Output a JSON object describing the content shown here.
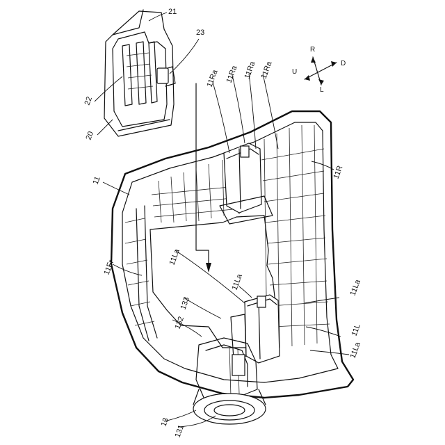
{
  "labels": {
    "l21": "21",
    "l23": "23",
    "l22": "22",
    "l20": "20",
    "l11": "11",
    "l11Fr": "11Fr",
    "l11Ra_a": "11Ra",
    "l11Ra_b": "11Ra",
    "l11Ra_c": "11Ra",
    "l11Ra_d": "11Ra",
    "l11R": "11R",
    "l11La_a": "11La",
    "l11La_b": "11La",
    "l11La_c": "11La",
    "l11La_d": "11La",
    "l11L": "11L",
    "l133": "133",
    "l132": "132",
    "l13": "13",
    "l131": "131"
  },
  "directions": {
    "R": "R",
    "U": "U",
    "D": "D",
    "L": "L"
  }
}
